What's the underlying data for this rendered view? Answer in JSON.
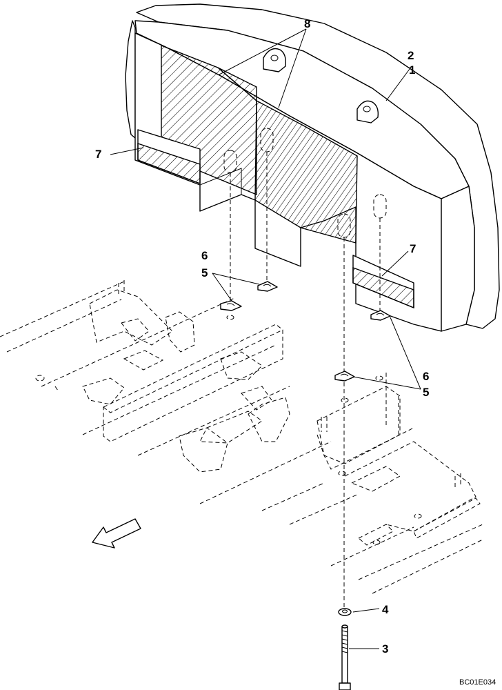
{
  "callouts": {
    "c1": "1",
    "c2": "2",
    "c3": "3",
    "c4": "4",
    "c5a": "5",
    "c5b": "5",
    "c6a": "6",
    "c6b": "6",
    "c7a": "7",
    "c7b": "7",
    "c8": "8"
  },
  "drawing_code": "BC01E034"
}
